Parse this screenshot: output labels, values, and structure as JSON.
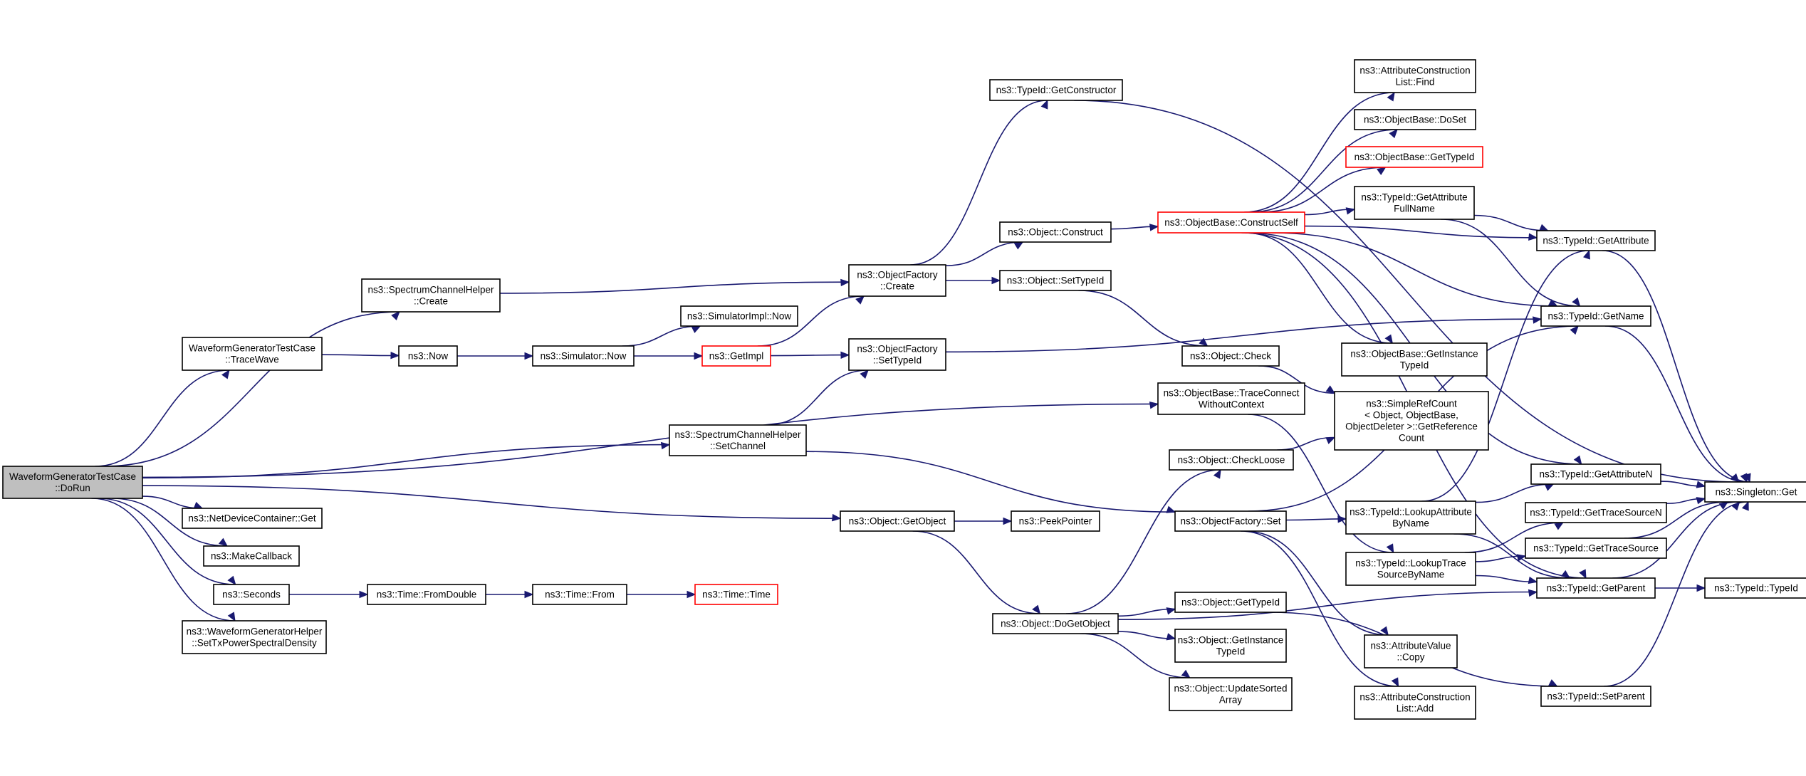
{
  "graph": {
    "edge_color": "#191970",
    "highlight_fill": "#bfbfbf",
    "incomplete_border": "#ff0000",
    "nodes": [
      {
        "id": "doRun",
        "lines": [
          "WaveformGeneratorTestCase",
          "::DoRun"
        ],
        "style": "highlight"
      },
      {
        "id": "sch_create",
        "lines": [
          "ns3::SpectrumChannelHelper",
          "::Create"
        ]
      },
      {
        "id": "traceWave",
        "lines": [
          "WaveformGeneratorTestCase",
          "::TraceWave"
        ]
      },
      {
        "id": "sch_setChannel",
        "lines": [
          "ns3::SpectrumChannelHelper",
          "::SetChannel"
        ]
      },
      {
        "id": "ndc_get",
        "lines": [
          "ns3::NetDeviceContainer::Get"
        ]
      },
      {
        "id": "makeCallback",
        "lines": [
          "ns3::MakeCallback"
        ]
      },
      {
        "id": "seconds",
        "lines": [
          "ns3::Seconds"
        ]
      },
      {
        "id": "wgh_setTx",
        "lines": [
          "ns3::WaveformGeneratorHelper",
          "::SetTxPowerSpectralDensity"
        ]
      },
      {
        "id": "now",
        "lines": [
          "ns3::Now"
        ]
      },
      {
        "id": "sim_now",
        "lines": [
          "ns3::Simulator::Now"
        ]
      },
      {
        "id": "simImpl_now",
        "lines": [
          "ns3::SimulatorImpl::Now"
        ]
      },
      {
        "id": "getImpl",
        "lines": [
          "ns3::GetImpl"
        ],
        "style": "red"
      },
      {
        "id": "time_fromDouble",
        "lines": [
          "ns3::Time::FromDouble"
        ]
      },
      {
        "id": "time_from",
        "lines": [
          "ns3::Time::From"
        ]
      },
      {
        "id": "time_time",
        "lines": [
          "ns3::Time::Time"
        ],
        "style": "red"
      },
      {
        "id": "tid_getConstructor",
        "lines": [
          "ns3::TypeId::GetConstructor"
        ]
      },
      {
        "id": "of_create",
        "lines": [
          "ns3::ObjectFactory",
          "::Create"
        ]
      },
      {
        "id": "of_setTypeId",
        "lines": [
          "ns3::ObjectFactory",
          "::SetTypeId"
        ]
      },
      {
        "id": "obj_getObject",
        "lines": [
          "ns3::Object::GetObject"
        ]
      },
      {
        "id": "obj_construct",
        "lines": [
          "ns3::Object::Construct"
        ]
      },
      {
        "id": "obj_setTypeId",
        "lines": [
          "ns3::Object::SetTypeId"
        ]
      },
      {
        "id": "peekPointer",
        "lines": [
          "ns3::PeekPointer"
        ]
      },
      {
        "id": "obj_doGetObject",
        "lines": [
          "ns3::Object::DoGetObject"
        ]
      },
      {
        "id": "ob_constructSelf",
        "lines": [
          "ns3::ObjectBase::ConstructSelf"
        ],
        "style": "red"
      },
      {
        "id": "obj_check",
        "lines": [
          "ns3::Object::Check"
        ]
      },
      {
        "id": "ob_traceConnect",
        "lines": [
          "ns3::ObjectBase::TraceConnect",
          "WithoutContext"
        ]
      },
      {
        "id": "obj_checkLoose",
        "lines": [
          "ns3::Object::CheckLoose"
        ]
      },
      {
        "id": "of_set",
        "lines": [
          "ns3::ObjectFactory::Set"
        ]
      },
      {
        "id": "obj_getTypeId",
        "lines": [
          "ns3::Object::GetTypeId"
        ]
      },
      {
        "id": "obj_getInstanceTypeId",
        "lines": [
          "ns3::Object::GetInstance",
          "TypeId"
        ]
      },
      {
        "id": "obj_updateSorted",
        "lines": [
          "ns3::Object::UpdateSorted",
          "Array"
        ]
      },
      {
        "id": "acl_find",
        "lines": [
          "ns3::AttributeConstruction",
          "List::Find"
        ]
      },
      {
        "id": "ob_doSet",
        "lines": [
          "ns3::ObjectBase::DoSet"
        ]
      },
      {
        "id": "ob_getTypeId",
        "lines": [
          "ns3::ObjectBase::GetTypeId"
        ],
        "style": "red"
      },
      {
        "id": "tid_getAttrFullName",
        "lines": [
          "ns3::TypeId::GetAttribute",
          "FullName"
        ]
      },
      {
        "id": "ob_getInstanceTypeId",
        "lines": [
          "ns3::ObjectBase::GetInstance",
          "TypeId"
        ]
      },
      {
        "id": "src_getRefCount",
        "lines": [
          "ns3::SimpleRefCount",
          "< Object, ObjectBase,",
          "ObjectDeleter >::GetReference",
          "Count"
        ]
      },
      {
        "id": "tid_lookupAttr",
        "lines": [
          "ns3::TypeId::LookupAttribute",
          "ByName"
        ]
      },
      {
        "id": "tid_lookupTrace",
        "lines": [
          "ns3::TypeId::LookupTrace",
          "SourceByName"
        ]
      },
      {
        "id": "av_copy",
        "lines": [
          "ns3::AttributeValue",
          "::Copy"
        ]
      },
      {
        "id": "acl_add",
        "lines": [
          "ns3::AttributeConstruction",
          "List::Add"
        ]
      },
      {
        "id": "tid_getAttribute",
        "lines": [
          "ns3::TypeId::GetAttribute"
        ]
      },
      {
        "id": "tid_getName",
        "lines": [
          "ns3::TypeId::GetName"
        ]
      },
      {
        "id": "tid_getAttributeN",
        "lines": [
          "ns3::TypeId::GetAttributeN"
        ]
      },
      {
        "id": "tid_getTraceSourceN",
        "lines": [
          "ns3::TypeId::GetTraceSourceN"
        ]
      },
      {
        "id": "tid_getTraceSource",
        "lines": [
          "ns3::TypeId::GetTraceSource"
        ]
      },
      {
        "id": "tid_getParent",
        "lines": [
          "ns3::TypeId::GetParent"
        ]
      },
      {
        "id": "tid_setParent",
        "lines": [
          "ns3::TypeId::SetParent"
        ]
      },
      {
        "id": "singleton_get",
        "lines": [
          "ns3::Singleton::Get"
        ]
      },
      {
        "id": "tid_typeId",
        "lines": [
          "ns3::TypeId::TypeId"
        ]
      }
    ],
    "edges": [
      [
        "doRun",
        "sch_create"
      ],
      [
        "doRun",
        "traceWave"
      ],
      [
        "doRun",
        "ob_traceConnect"
      ],
      [
        "doRun",
        "sch_setChannel"
      ],
      [
        "doRun",
        "ndc_get"
      ],
      [
        "doRun",
        "makeCallback"
      ],
      [
        "doRun",
        "seconds"
      ],
      [
        "doRun",
        "wgh_setTx"
      ],
      [
        "doRun",
        "obj_getObject"
      ],
      [
        "sch_create",
        "of_create"
      ],
      [
        "traceWave",
        "now"
      ],
      [
        "now",
        "sim_now"
      ],
      [
        "sim_now",
        "simImpl_now"
      ],
      [
        "sim_now",
        "getImpl"
      ],
      [
        "getImpl",
        "of_create"
      ],
      [
        "getImpl",
        "of_setTypeId"
      ],
      [
        "sch_setChannel",
        "of_setTypeId"
      ],
      [
        "sch_setChannel",
        "of_set"
      ],
      [
        "seconds",
        "time_fromDouble"
      ],
      [
        "time_fromDouble",
        "time_from"
      ],
      [
        "time_from",
        "time_time"
      ],
      [
        "of_create",
        "tid_getConstructor"
      ],
      [
        "of_create",
        "obj_construct"
      ],
      [
        "of_create",
        "obj_setTypeId"
      ],
      [
        "of_setTypeId",
        "tid_getName"
      ],
      [
        "obj_getObject",
        "peekPointer"
      ],
      [
        "obj_getObject",
        "obj_doGetObject"
      ],
      [
        "obj_construct",
        "ob_constructSelf"
      ],
      [
        "obj_setTypeId",
        "obj_check"
      ],
      [
        "obj_check",
        "src_getRefCount"
      ],
      [
        "ob_traceConnect",
        "tid_lookupTrace"
      ],
      [
        "obj_checkLoose",
        "src_getRefCount"
      ],
      [
        "obj_doGetObject",
        "obj_checkLoose"
      ],
      [
        "obj_doGetObject",
        "obj_getTypeId"
      ],
      [
        "obj_doGetObject",
        "obj_getInstanceTypeId"
      ],
      [
        "obj_doGetObject",
        "obj_updateSorted"
      ],
      [
        "obj_doGetObject",
        "tid_getParent"
      ],
      [
        "of_set",
        "tid_lookupAttr"
      ],
      [
        "of_set",
        "tid_getName"
      ],
      [
        "of_set",
        "av_copy"
      ],
      [
        "of_set",
        "acl_add"
      ],
      [
        "obj_getTypeId",
        "tid_setParent"
      ],
      [
        "ob_constructSelf",
        "acl_find"
      ],
      [
        "ob_constructSelf",
        "ob_doSet"
      ],
      [
        "ob_constructSelf",
        "ob_getTypeId"
      ],
      [
        "ob_constructSelf",
        "tid_getAttrFullName"
      ],
      [
        "ob_constructSelf",
        "tid_getAttribute"
      ],
      [
        "ob_constructSelf",
        "tid_getName"
      ],
      [
        "ob_constructSelf",
        "ob_getInstanceTypeId"
      ],
      [
        "ob_constructSelf",
        "tid_getAttributeN"
      ],
      [
        "ob_constructSelf",
        "tid_getParent"
      ],
      [
        "tid_getConstructor",
        "singleton_get"
      ],
      [
        "tid_getAttrFullName",
        "tid_getAttribute"
      ],
      [
        "tid_getAttrFullName",
        "tid_getName"
      ],
      [
        "tid_lookupAttr",
        "tid_getAttributeN"
      ],
      [
        "tid_lookupAttr",
        "tid_getAttribute"
      ],
      [
        "tid_lookupAttr",
        "tid_getParent"
      ],
      [
        "tid_lookupTrace",
        "tid_getTraceSourceN"
      ],
      [
        "tid_lookupTrace",
        "tid_getTraceSource"
      ],
      [
        "tid_lookupTrace",
        "tid_getParent"
      ],
      [
        "tid_getAttribute",
        "singleton_get"
      ],
      [
        "tid_getName",
        "singleton_get"
      ],
      [
        "tid_getAttributeN",
        "singleton_get"
      ],
      [
        "tid_getTraceSourceN",
        "singleton_get"
      ],
      [
        "tid_getTraceSource",
        "singleton_get"
      ],
      [
        "tid_getParent",
        "singleton_get"
      ],
      [
        "tid_getParent",
        "tid_typeId"
      ],
      [
        "tid_setParent",
        "singleton_get"
      ]
    ]
  }
}
